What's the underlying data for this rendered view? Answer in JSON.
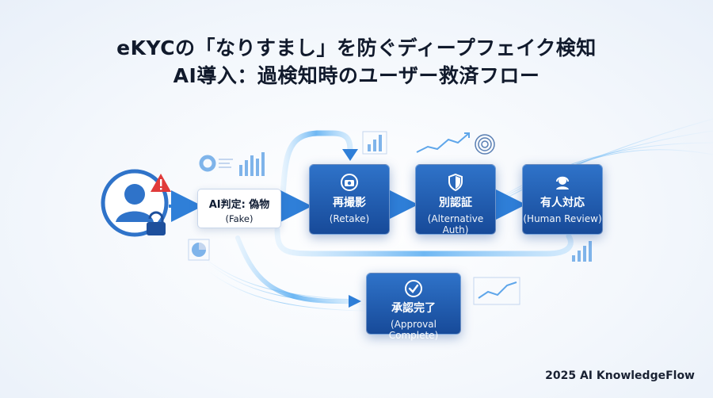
{
  "title": {
    "line1": "eKYCの「なりすまし」を防ぐディープフェイク検知",
    "line2": "AI導入：過検知時のユーザー救済フロー"
  },
  "judge": {
    "jp": "AI判定: 偽物",
    "en": "(Fake)"
  },
  "steps": [
    {
      "jp": "再撮影",
      "en": "(Retake)",
      "icon": "camera-retake-icon"
    },
    {
      "jp": "別認証",
      "en": "(Alternative Auth)",
      "icon": "shield-icon"
    },
    {
      "jp": "有人対応",
      "en": "(Human Review)",
      "icon": "headset-agent-icon"
    }
  ],
  "approval": {
    "jp": "承認完了",
    "en": "(Approval Complete)",
    "icon": "check-circle-icon"
  },
  "footer": "2025 AI KnowledgeFlow",
  "colors": {
    "primary": "#1e5bb3",
    "accent": "#3a8ee8",
    "warning": "#e03a3a",
    "flow": "#7cc0f5"
  }
}
